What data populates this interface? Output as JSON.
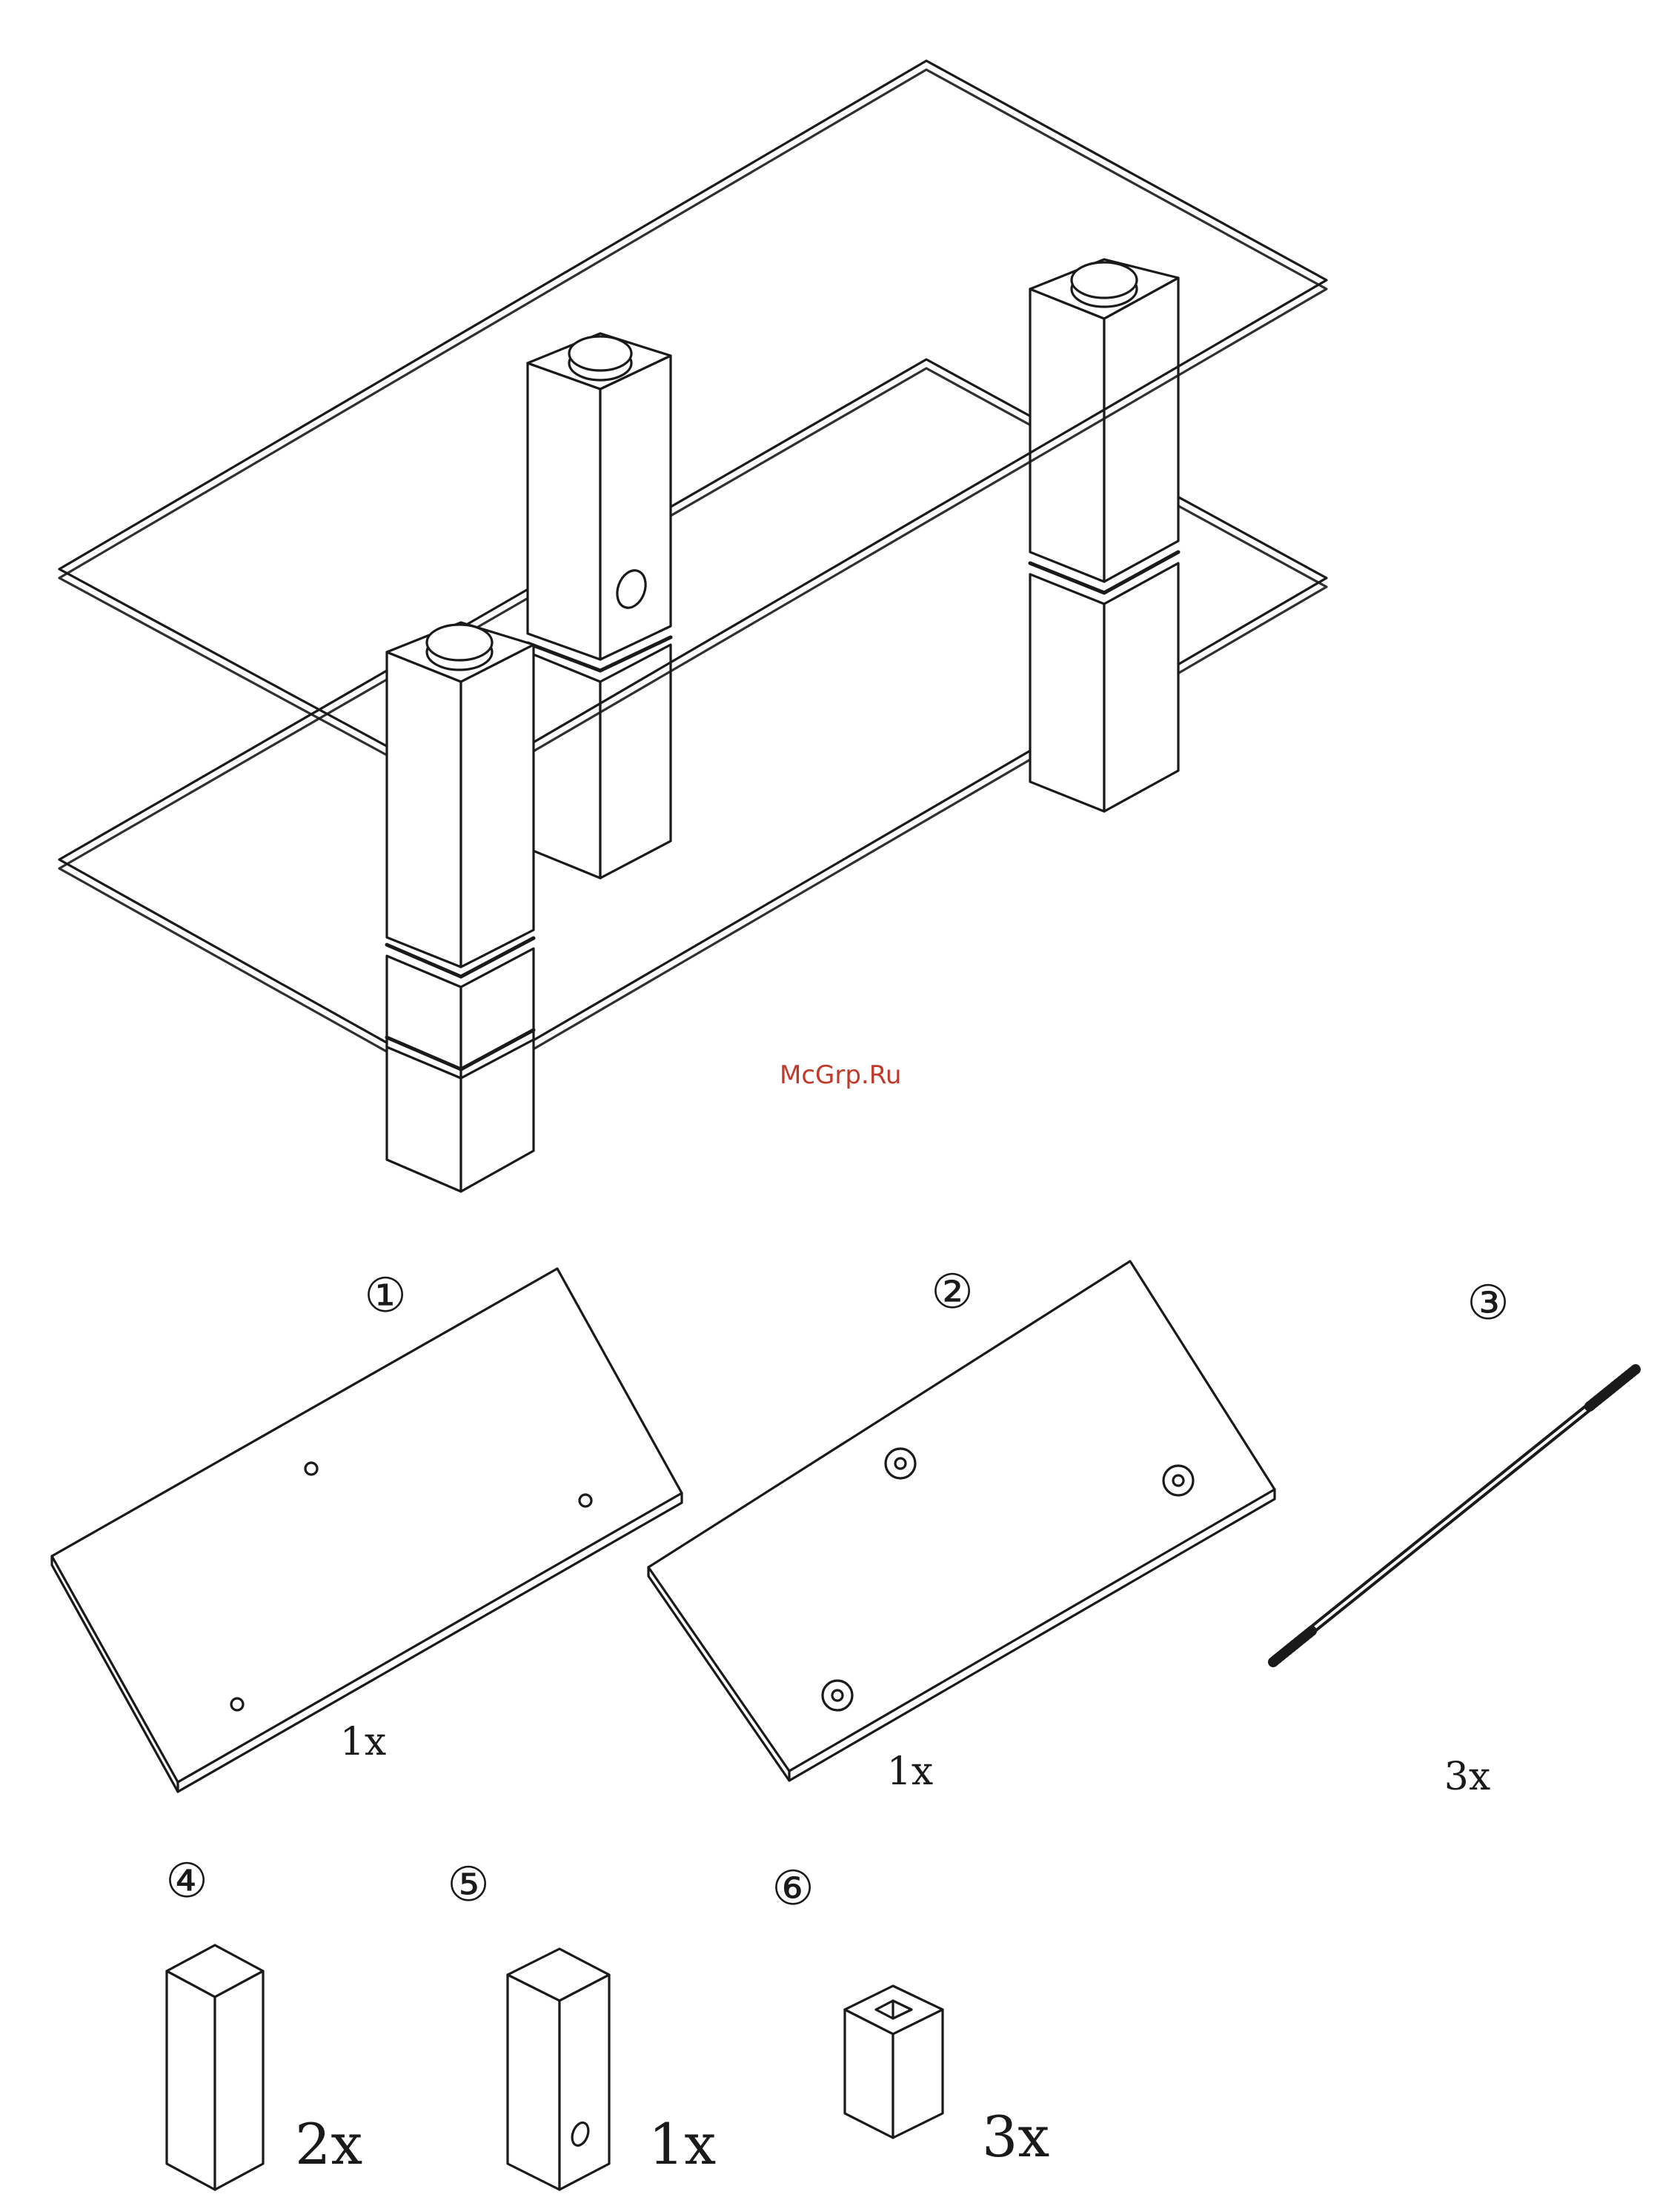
{
  "watermark": "McGrp.Ru",
  "parts": [
    {
      "number": "①",
      "quantity": "1x",
      "name": "top glass shelf"
    },
    {
      "number": "②",
      "quantity": "1x",
      "name": "bottom glass shelf"
    },
    {
      "number": "③",
      "quantity": "3x",
      "name": "threaded rod"
    },
    {
      "number": "④",
      "quantity": "2x",
      "name": "tall leg"
    },
    {
      "number": "⑤",
      "quantity": "1x",
      "name": "tall leg with hole"
    },
    {
      "number": "⑥",
      "quantity": "3x",
      "name": "short foot"
    }
  ]
}
